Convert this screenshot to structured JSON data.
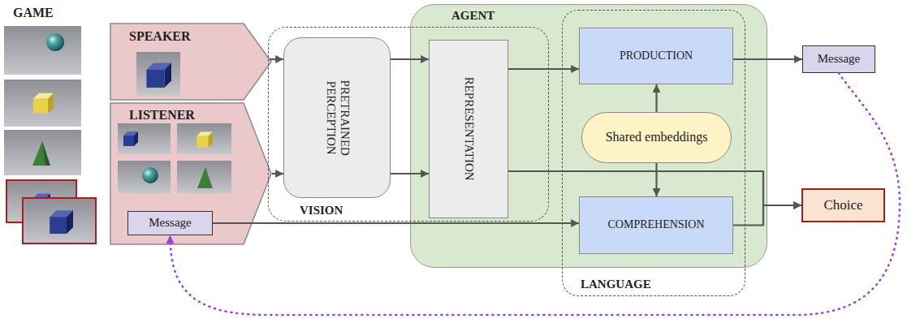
{
  "diagram": {
    "nodes": [
      {
        "text": [
          "SPEAKER"
        ]
      },
      {
        "text": [
          "LISTENER"
        ]
      },
      {
        "text": [
          "Message"
        ],
        "in": 1
      },
      {
        "text": [
          "VISION"
        ]
      },
      {
        "text": [
          "PRETRAINED PERCEPTION"
        ],
        "in": 3
      },
      {
        "text": [
          "AGENT"
        ]
      },
      {
        "text": [
          "REPRESENTATION"
        ],
        "in": 5
      },
      {
        "text": [
          "LANGUAGE"
        ]
      },
      {
        "text": [
          "PRODUCTION"
        ],
        "in": 7
      },
      {
        "text": [
          "Shared embeddings"
        ],
        "in": 7
      },
      {
        "text": [
          "COMPREHENSION"
        ],
        "in": 7
      },
      {
        "text": [
          "Message"
        ]
      },
      {
        "text": [
          "Choice"
        ]
      }
    ],
    "edges": [
      {
        "from": 0,
        "to": 4,
        "arrow": "to"
      },
      {
        "from": 1,
        "to": 4,
        "arrow": "to"
      },
      {
        "from": 4,
        "to": 6,
        "arrow": "to"
      },
      {
        "from": 4,
        "to": 6,
        "arrow": "to"
      },
      {
        "from": 6,
        "to": 8,
        "arrow": "to"
      },
      {
        "from": 9,
        "to": 8,
        "arrow": "to"
      },
      {
        "from": 9,
        "to": 10,
        "arrow": "to"
      },
      {
        "from": 2,
        "to": 10,
        "arrow": "to"
      },
      {
        "from": 8,
        "to": 11,
        "arrow": "to"
      },
      {
        "from": 6,
        "to": 12,
        "arrow": "to"
      },
      {
        "from": 10,
        "to": 12,
        "arrow": "to"
      },
      {
        "from": 11,
        "to": 2,
        "arrow": "to"
      }
    ],
    "labels": [
      "GAME"
    ]
  }
}
